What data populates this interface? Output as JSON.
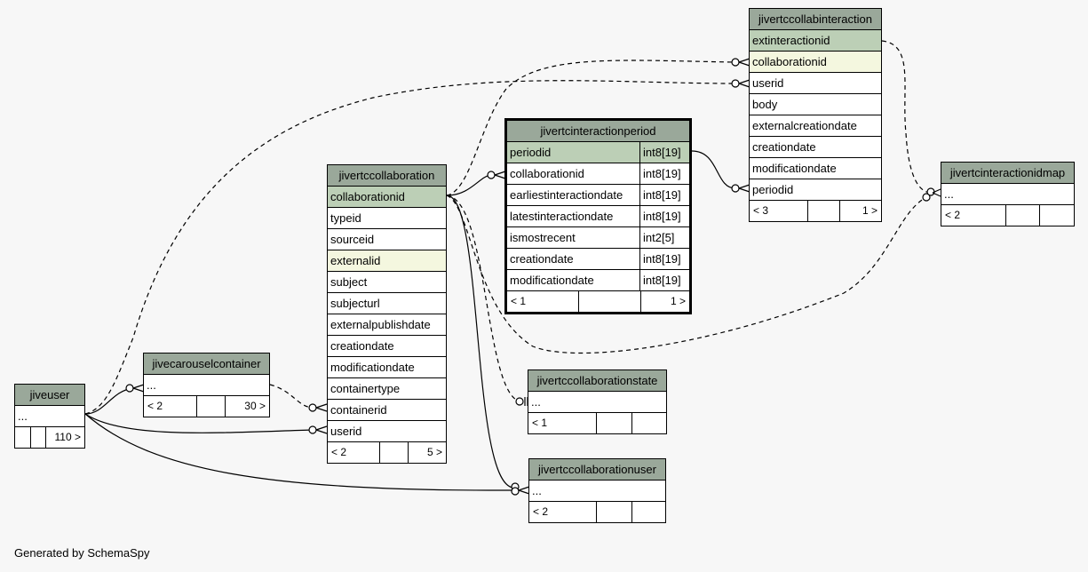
{
  "footer_text": "Generated by SchemaSpy",
  "colors": {
    "header": "#9aa89a",
    "primary_key": "#bccfb6",
    "indexed": "#f4f7df",
    "background": "#f7f7f7"
  },
  "tables": {
    "jiveuser": {
      "name": "jiveuser",
      "rows": [
        "..."
      ],
      "footer": [
        "",
        "",
        "110 >"
      ]
    },
    "jivecarouselcontainer": {
      "name": "jivecarouselcontainer",
      "rows": [
        "..."
      ],
      "footer": [
        "< 2",
        "",
        "30 >"
      ]
    },
    "jivertccollaboration": {
      "name": "jivertccollaboration",
      "rows": [
        "collaborationid",
        "typeid",
        "sourceid",
        "externalid",
        "subject",
        "subjecturl",
        "externalpublishdate",
        "creationdate",
        "modificationdate",
        "containertype",
        "containerid",
        "userid"
      ],
      "footer": [
        "< 2",
        "",
        "5 >"
      ]
    },
    "jivertcinteractionperiod": {
      "name": "jivertcinteractionperiod",
      "rows": [
        {
          "name": "periodid",
          "type": "int8[19]"
        },
        {
          "name": "collaborationid",
          "type": "int8[19]"
        },
        {
          "name": "earliestinteractiondate",
          "type": "int8[19]"
        },
        {
          "name": "latestinteractiondate",
          "type": "int8[19]"
        },
        {
          "name": "ismostrecent",
          "type": "int2[5]"
        },
        {
          "name": "creationdate",
          "type": "int8[19]"
        },
        {
          "name": "modificationdate",
          "type": "int8[19]"
        }
      ],
      "footer": [
        "< 1",
        "",
        "1 >"
      ]
    },
    "jivertccollabinteraction": {
      "name": "jivertccollabinteraction",
      "rows": [
        "extinteractionid",
        "collaborationid",
        "userid",
        "body",
        "externalcreationdate",
        "creationdate",
        "modificationdate",
        "periodid"
      ],
      "footer": [
        "< 3",
        "",
        "1 >"
      ]
    },
    "jivertcinteractionidmap": {
      "name": "jivertcinteractionidmap",
      "rows": [
        "..."
      ],
      "footer": [
        "< 2",
        "",
        ""
      ]
    },
    "jivertccollaborationstate": {
      "name": "jivertccollaborationstate",
      "rows": [
        "..."
      ],
      "footer": [
        "< 1",
        "",
        ""
      ]
    },
    "jivertccollaborationuser": {
      "name": "jivertccollaborationuser",
      "rows": [
        "..."
      ],
      "footer": [
        "< 2",
        "",
        ""
      ]
    }
  }
}
